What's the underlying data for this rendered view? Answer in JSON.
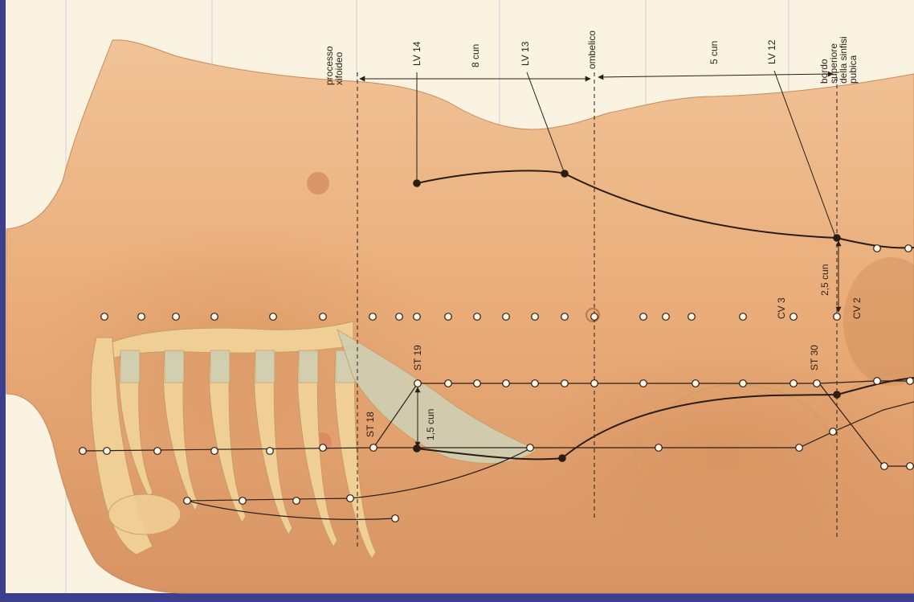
{
  "colors": {
    "frame": "#3c3f8e",
    "paper": "#fbf3e2",
    "skin": "#e9ac78",
    "skin_light": "#f1c397",
    "skin_shadow": "#d89363",
    "bone": "#efcf96",
    "bone_edge": "#c99c63",
    "cartilage": "#cfd0b3",
    "meridian": "#2a1d14",
    "point_fill": "#fdf6e6",
    "guide": "#a8a8d6"
  },
  "labels": {
    "xiphoid": "processo\nxifoideo",
    "lv14": "LV 14",
    "dist_8cun": "8 cun",
    "lv13": "LV 13",
    "navel": "ombelico",
    "dist_5cun": "5 cun",
    "lv12": "LV 12",
    "pubis": "bordo\nsuperiore\ndella sinfisi\npubica",
    "dist_2_5cun": "2,5 cun",
    "cv3": "CV 3",
    "cv2": "CV 2",
    "st19": "ST 19",
    "st18": "ST 18",
    "st30": "ST 30",
    "dist_1_5cun": "1,5 cun"
  }
}
